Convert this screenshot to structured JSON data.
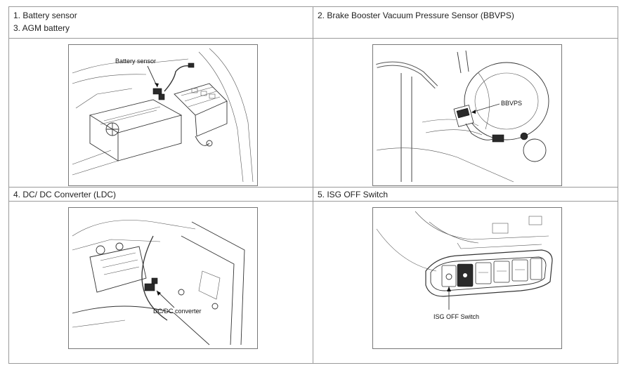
{
  "cells": {
    "c1": {
      "line1": "1. Battery sensor",
      "line2": "3. AGM battery",
      "callout": "Battery sensor"
    },
    "c2": {
      "line1": "2. Brake Booster Vacuum Pressure Sensor (BBVPS)",
      "callout": "BBVPS"
    },
    "c4": {
      "line1": "4. DC/ DC Converter (LDC)",
      "callout": "DC/DC converter"
    },
    "c5": {
      "line1": "5. ISG OFF Switch",
      "callout": "ISG OFF Switch"
    }
  }
}
